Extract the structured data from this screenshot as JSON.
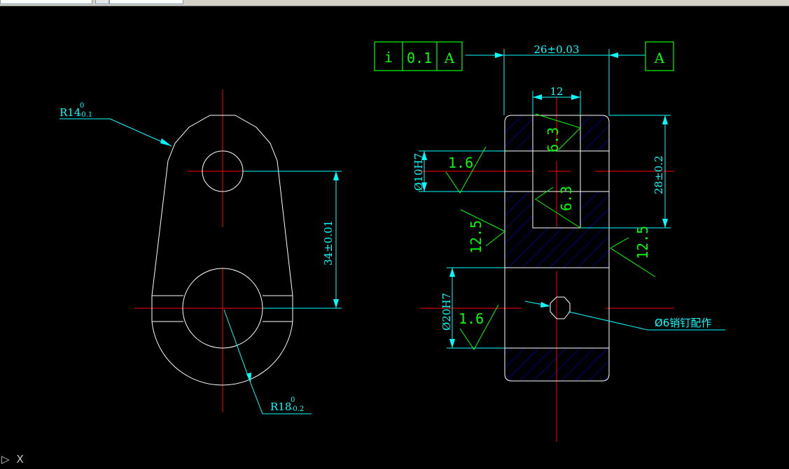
{
  "toolbar": {
    "input_value": "",
    "layer_value": ""
  },
  "drawing": {
    "left_view": {
      "radius_small": {
        "base": "R14",
        "upper": "0",
        "lower": "-0.1"
      },
      "radius_large": {
        "base": "R18",
        "upper": "0",
        "lower": "-0.2"
      },
      "center_distance": "34±0.01"
    },
    "right_view": {
      "fcf": {
        "symbol": "i",
        "tolerance": "0.1",
        "datum": "A"
      },
      "datum_label": "A",
      "width_dim": "26±0.03",
      "slot_dim": "12",
      "height_dim": "28±0.2",
      "bore_small": "Ø10H7",
      "bore_large": "Ø20H7",
      "pin_note": "Ø6销钉配作",
      "roughness": {
        "slot_top": "6.3",
        "slot_bottom": "6.3",
        "bore_small": "1.6",
        "bore_large": "1.6",
        "left_side": "12.5",
        "right_side": "12.5"
      }
    }
  },
  "ucs": {
    "arrow_glyph": "▷",
    "axis_label": "X"
  },
  "colors": {
    "background": "#000000",
    "outline": "#ffffff",
    "centerline": "#ff0000",
    "dimension": "#00ffff",
    "annotation": "#00ff00",
    "hatch": "#0000ff"
  }
}
